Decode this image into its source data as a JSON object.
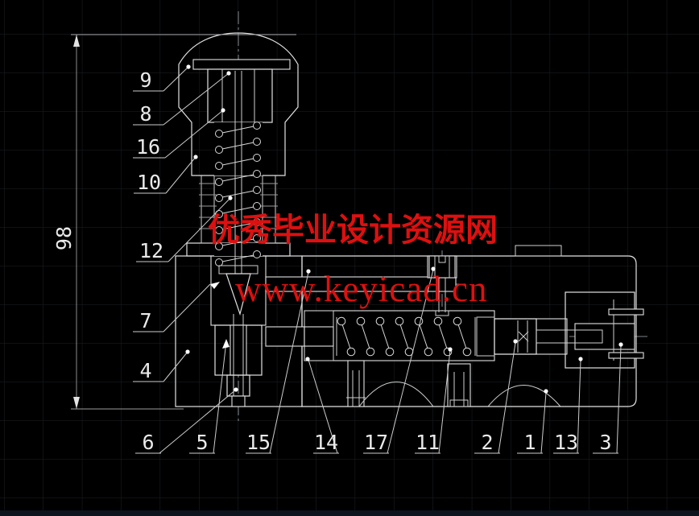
{
  "canvas": {
    "background": "#000000",
    "grid_color": "#1b2026",
    "line_color": "#e2e2e2",
    "hatch_color": "#b9b9b9",
    "bottom_strip_color": "#0d141d"
  },
  "watermark": {
    "line1": "优秀毕业设计资源网",
    "line2": "www.keyicad.cn",
    "color": "#dd1010"
  },
  "dimension": {
    "value": "98"
  },
  "callouts": {
    "c9": {
      "label": "9"
    },
    "c8": {
      "label": "8"
    },
    "c16": {
      "label": "16"
    },
    "c10": {
      "label": "10"
    },
    "c12": {
      "label": "12"
    },
    "c7": {
      "label": "7"
    },
    "c4": {
      "label": "4"
    },
    "c6": {
      "label": "6"
    },
    "c5": {
      "label": "5"
    },
    "c15": {
      "label": "15"
    },
    "c14": {
      "label": "14"
    },
    "c17": {
      "label": "17"
    },
    "c11": {
      "label": "11"
    },
    "c2": {
      "label": "2"
    },
    "c1": {
      "label": "1"
    },
    "c13": {
      "label": "13"
    },
    "c3": {
      "label": "3"
    }
  }
}
